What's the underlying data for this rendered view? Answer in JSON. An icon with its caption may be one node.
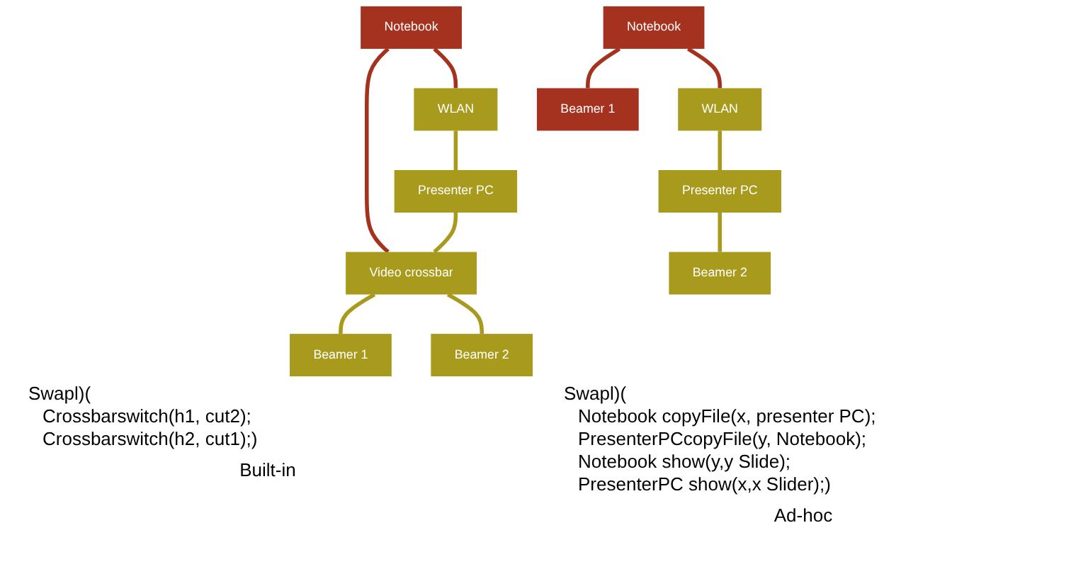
{
  "diagram": {
    "nodes": [
      {
        "text": [
          "Notebook"
        ]
      },
      {
        "text": [
          "WLAN"
        ]
      },
      {
        "text": [
          "Presenter PC"
        ]
      },
      {
        "text": [
          "Video crossbar"
        ]
      },
      {
        "text": [
          "Beamer 1"
        ]
      },
      {
        "text": [
          "Beamer 2"
        ]
      },
      {
        "text": [
          "Notebook"
        ]
      },
      {
        "text": [
          "WLAN"
        ]
      },
      {
        "text": [
          "Presenter PC"
        ]
      },
      {
        "text": [
          "Beamer 1"
        ]
      },
      {
        "text": [
          "Beamer 2"
        ]
      }
    ],
    "edges": [
      {
        "from": 0,
        "to": 1,
        "arrow": "none",
        "color": "#a5321f"
      },
      {
        "from": 1,
        "to": 2,
        "arrow": "none"
      },
      {
        "from": 0,
        "to": 3,
        "arrow": "none",
        "color": "#a5321f"
      },
      {
        "from": 2,
        "to": 3,
        "arrow": "none"
      },
      {
        "from": 3,
        "to": 4,
        "arrow": "none"
      },
      {
        "from": 3,
        "to": 5,
        "arrow": "none"
      },
      {
        "from": 6,
        "to": 7,
        "arrow": "none",
        "color": "#a5321f"
      },
      {
        "from": 7,
        "to": 8,
        "arrow": "none"
      },
      {
        "from": 6,
        "to": 9,
        "arrow": "none",
        "color": "#a5321f"
      },
      {
        "from": 8,
        "to": 10,
        "arrow": "none"
      }
    ],
    "labels": [
      "Swapl)(",
      "Crossbarswitch(h1, cut2);",
      "Crossbarswitch(h2, cut1);)",
      "Built-in",
      "Swapl)(",
      "Notebook copyFile(x, presenter PC);",
      "PresenterPCcopyFile(y, Notebook);",
      "Notebook show(y,y Slide);",
      "PresenterPC show(x,x Slider);)",
      "Ad-hoc"
    ]
  }
}
